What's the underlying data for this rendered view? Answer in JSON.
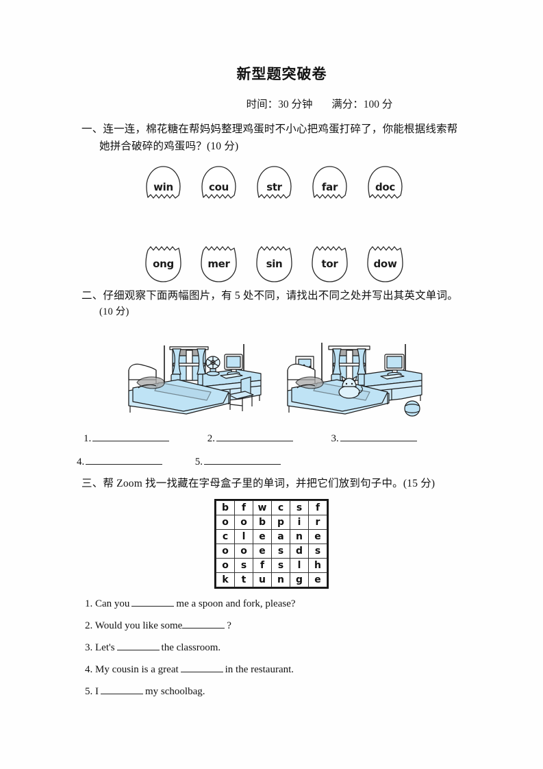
{
  "document": {
    "title": "新型题突破卷",
    "meta": {
      "time_label": "时间：30 分钟",
      "score_label": "满分：100 分"
    }
  },
  "section1": {
    "prompt_line1": "一、连一连，棉花糖在帮妈妈整理鸡蛋时不小心把鸡蛋打碎了，你能根据线索帮",
    "prompt_line2": "她拼合破碎的鸡蛋吗？(10 分)",
    "top_eggs": [
      "win",
      "cou",
      "str",
      "far",
      "doc"
    ],
    "bottom_eggs": [
      "ong",
      "mer",
      "sin",
      "tor",
      "dow"
    ]
  },
  "section2": {
    "prompt_line1": "二、仔细观察下面两幅图片，有 5 处不同，请找出不同之处并写出其英文单词。",
    "prompt_line2": "(10 分)",
    "picture_left": {
      "name": "bedroom-picture-left",
      "objects": [
        "bed",
        "window",
        "curtain",
        "desk",
        "computer",
        "fan",
        "chair"
      ]
    },
    "picture_right": {
      "name": "bedroom-picture-right",
      "objects": [
        "bed",
        "window",
        "curtain",
        "desk",
        "computer",
        "picture-frame",
        "cat",
        "ball"
      ]
    },
    "answer_numbers": [
      "1.",
      "2.",
      "3.",
      "4.",
      "5."
    ]
  },
  "section3": {
    "prompt": "三、帮 Zoom 找一找藏在字母盒子里的单词，并把它们放到句子中。(15 分)",
    "grid": [
      [
        "b",
        "f",
        "w",
        "c",
        "s",
        "f"
      ],
      [
        "o",
        "o",
        "b",
        "p",
        "i",
        "r"
      ],
      [
        "c",
        "l",
        "e",
        "a",
        "n",
        "e"
      ],
      [
        "o",
        "o",
        "e",
        "s",
        "d",
        "s"
      ],
      [
        "o",
        "s",
        "f",
        "s",
        "l",
        "h"
      ],
      [
        "k",
        "t",
        "u",
        "n",
        "g",
        "e"
      ]
    ],
    "sentences": [
      {
        "num": "1.",
        "before": "Can you",
        "after": "me a spoon and fork, please?"
      },
      {
        "num": "2.",
        "before": "Would you like some",
        "after": "?"
      },
      {
        "num": "3.",
        "before": "Let's",
        "after": "the classroom."
      },
      {
        "num": "4.",
        "before": "My cousin is a great",
        "after": "in the restaurant."
      },
      {
        "num": "5.",
        "before": "I",
        "after": "my schoolbag."
      }
    ]
  },
  "colors": {
    "ink": "#111111",
    "furniture_fill": "#bfe3f5",
    "furniture_line": "#1b1b1b",
    "shade": "#a9a9a9"
  }
}
